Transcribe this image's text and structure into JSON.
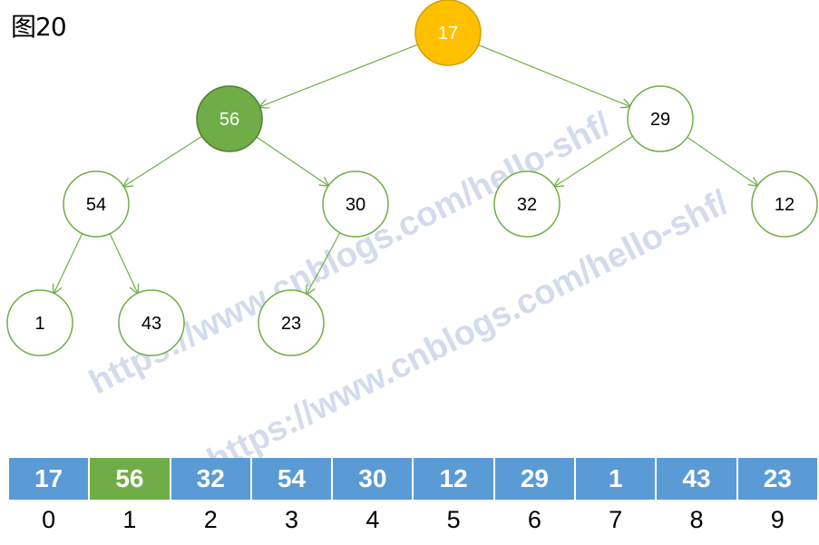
{
  "figure_label": "图20",
  "watermark": [
    "https://www.cnblogs.com/hello-shf/",
    "https://www.cnblogs.com/hello-shf/"
  ],
  "colors": {
    "node_border": "#70ad47",
    "root_fill": "#ffc000",
    "root_border": "#d4a000",
    "highlight_fill": "#70ad47",
    "array_fill": "#5b9bd5",
    "edge": "#70ad47"
  },
  "tree": {
    "nodes": [
      {
        "id": "n0",
        "label": "17",
        "style": "root"
      },
      {
        "id": "n1",
        "label": "56",
        "style": "highlight"
      },
      {
        "id": "n2",
        "label": "29",
        "style": "normal"
      },
      {
        "id": "n3",
        "label": "54",
        "style": "normal"
      },
      {
        "id": "n4",
        "label": "30",
        "style": "normal"
      },
      {
        "id": "n5",
        "label": "32",
        "style": "normal"
      },
      {
        "id": "n6",
        "label": "12",
        "style": "normal"
      },
      {
        "id": "n7",
        "label": "1",
        "style": "normal"
      },
      {
        "id": "n8",
        "label": "43",
        "style": "normal"
      },
      {
        "id": "n9",
        "label": "23",
        "style": "normal"
      }
    ],
    "edges": [
      [
        "n0",
        "n1"
      ],
      [
        "n0",
        "n2"
      ],
      [
        "n1",
        "n3"
      ],
      [
        "n1",
        "n4"
      ],
      [
        "n2",
        "n5"
      ],
      [
        "n2",
        "n6"
      ],
      [
        "n3",
        "n7"
      ],
      [
        "n3",
        "n8"
      ],
      [
        "n4",
        "n9"
      ]
    ]
  },
  "array": {
    "values": [
      "17",
      "56",
      "32",
      "54",
      "30",
      "12",
      "29",
      "1",
      "43",
      "23"
    ],
    "highlight_index": 1,
    "indices": [
      "0",
      "1",
      "2",
      "3",
      "4",
      "5",
      "6",
      "7",
      "8",
      "9"
    ]
  }
}
